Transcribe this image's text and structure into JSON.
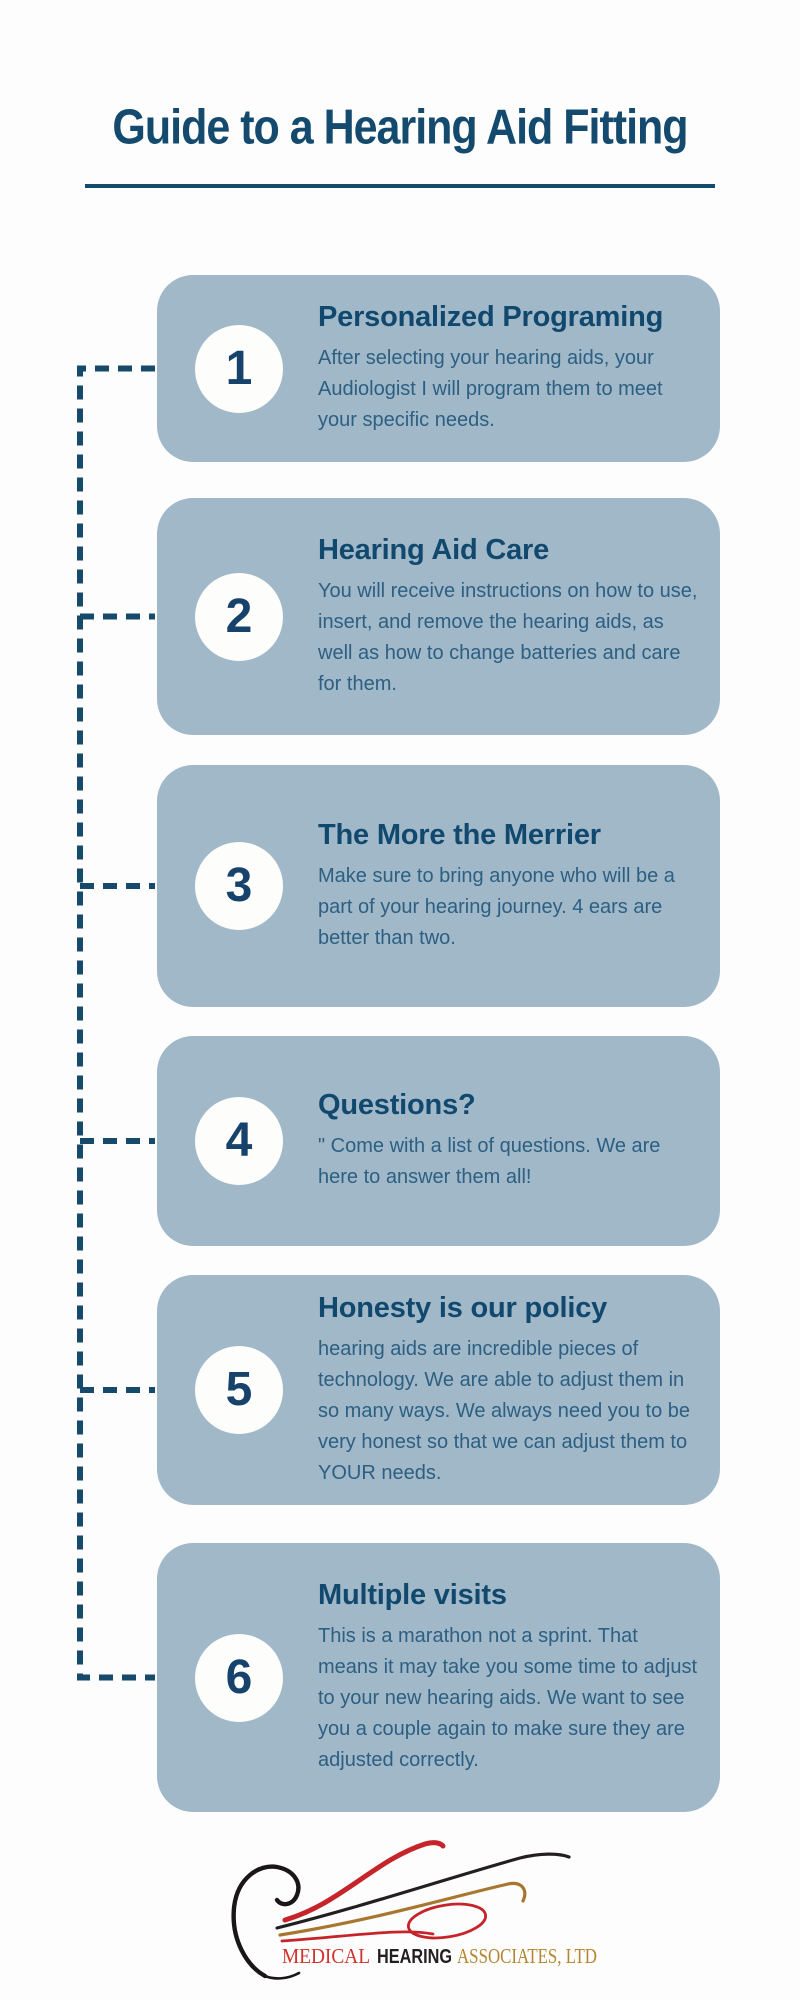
{
  "title": {
    "text": "Guide to a Hearing Aid Fitting"
  },
  "steps": [
    {
      "number": "1",
      "heading": "Personalized Programing",
      "body": "After selecting your hearing aids, your Audiologist I will program them to meet your specific needs."
    },
    {
      "number": "2",
      "heading": "Hearing Aid Care",
      "body": "You will receive instructions on how to use, insert, and remove the hearing aids, as well as how to change batteries and care for them."
    },
    {
      "number": "3",
      "heading": "The More the Merrier",
      "body": "Make sure to bring anyone who will be a part of your hearing journey. 4 ears are better than two."
    },
    {
      "number": "4",
      "heading": "Questions?",
      "body": "\" Come with a list of questions. We are here to answer them all!"
    },
    {
      "number": "5",
      "heading": "Honesty is our policy",
      "body": "hearing aids are incredible pieces of technology. We are able to adjust them in so many ways. We always need you to be very honest so that we can adjust them to YOUR needs."
    },
    {
      "number": "6",
      "heading": "Multiple visits",
      "body": "This is a marathon not a sprint. That means it may take you some time to adjust to your new hearing aids. We want to see you a couple again to make sure they are adjusted correctly."
    }
  ],
  "logo": {
    "word_medical": "MEDICAL",
    "word_hearing": "HEARING",
    "word_associates": "ASSOCIATES, LTD"
  },
  "colors": {
    "card_background": "#a1b8c9",
    "heading": "#11486d",
    "body_text": "#2c5f82",
    "title": "#134a6e",
    "dashed_line": "#17496a",
    "number": "#16426b",
    "circle_fill": "#fdfdfb",
    "logo_red": "#c6242b",
    "logo_black": "#231f20",
    "logo_gold": "#b5852f"
  }
}
